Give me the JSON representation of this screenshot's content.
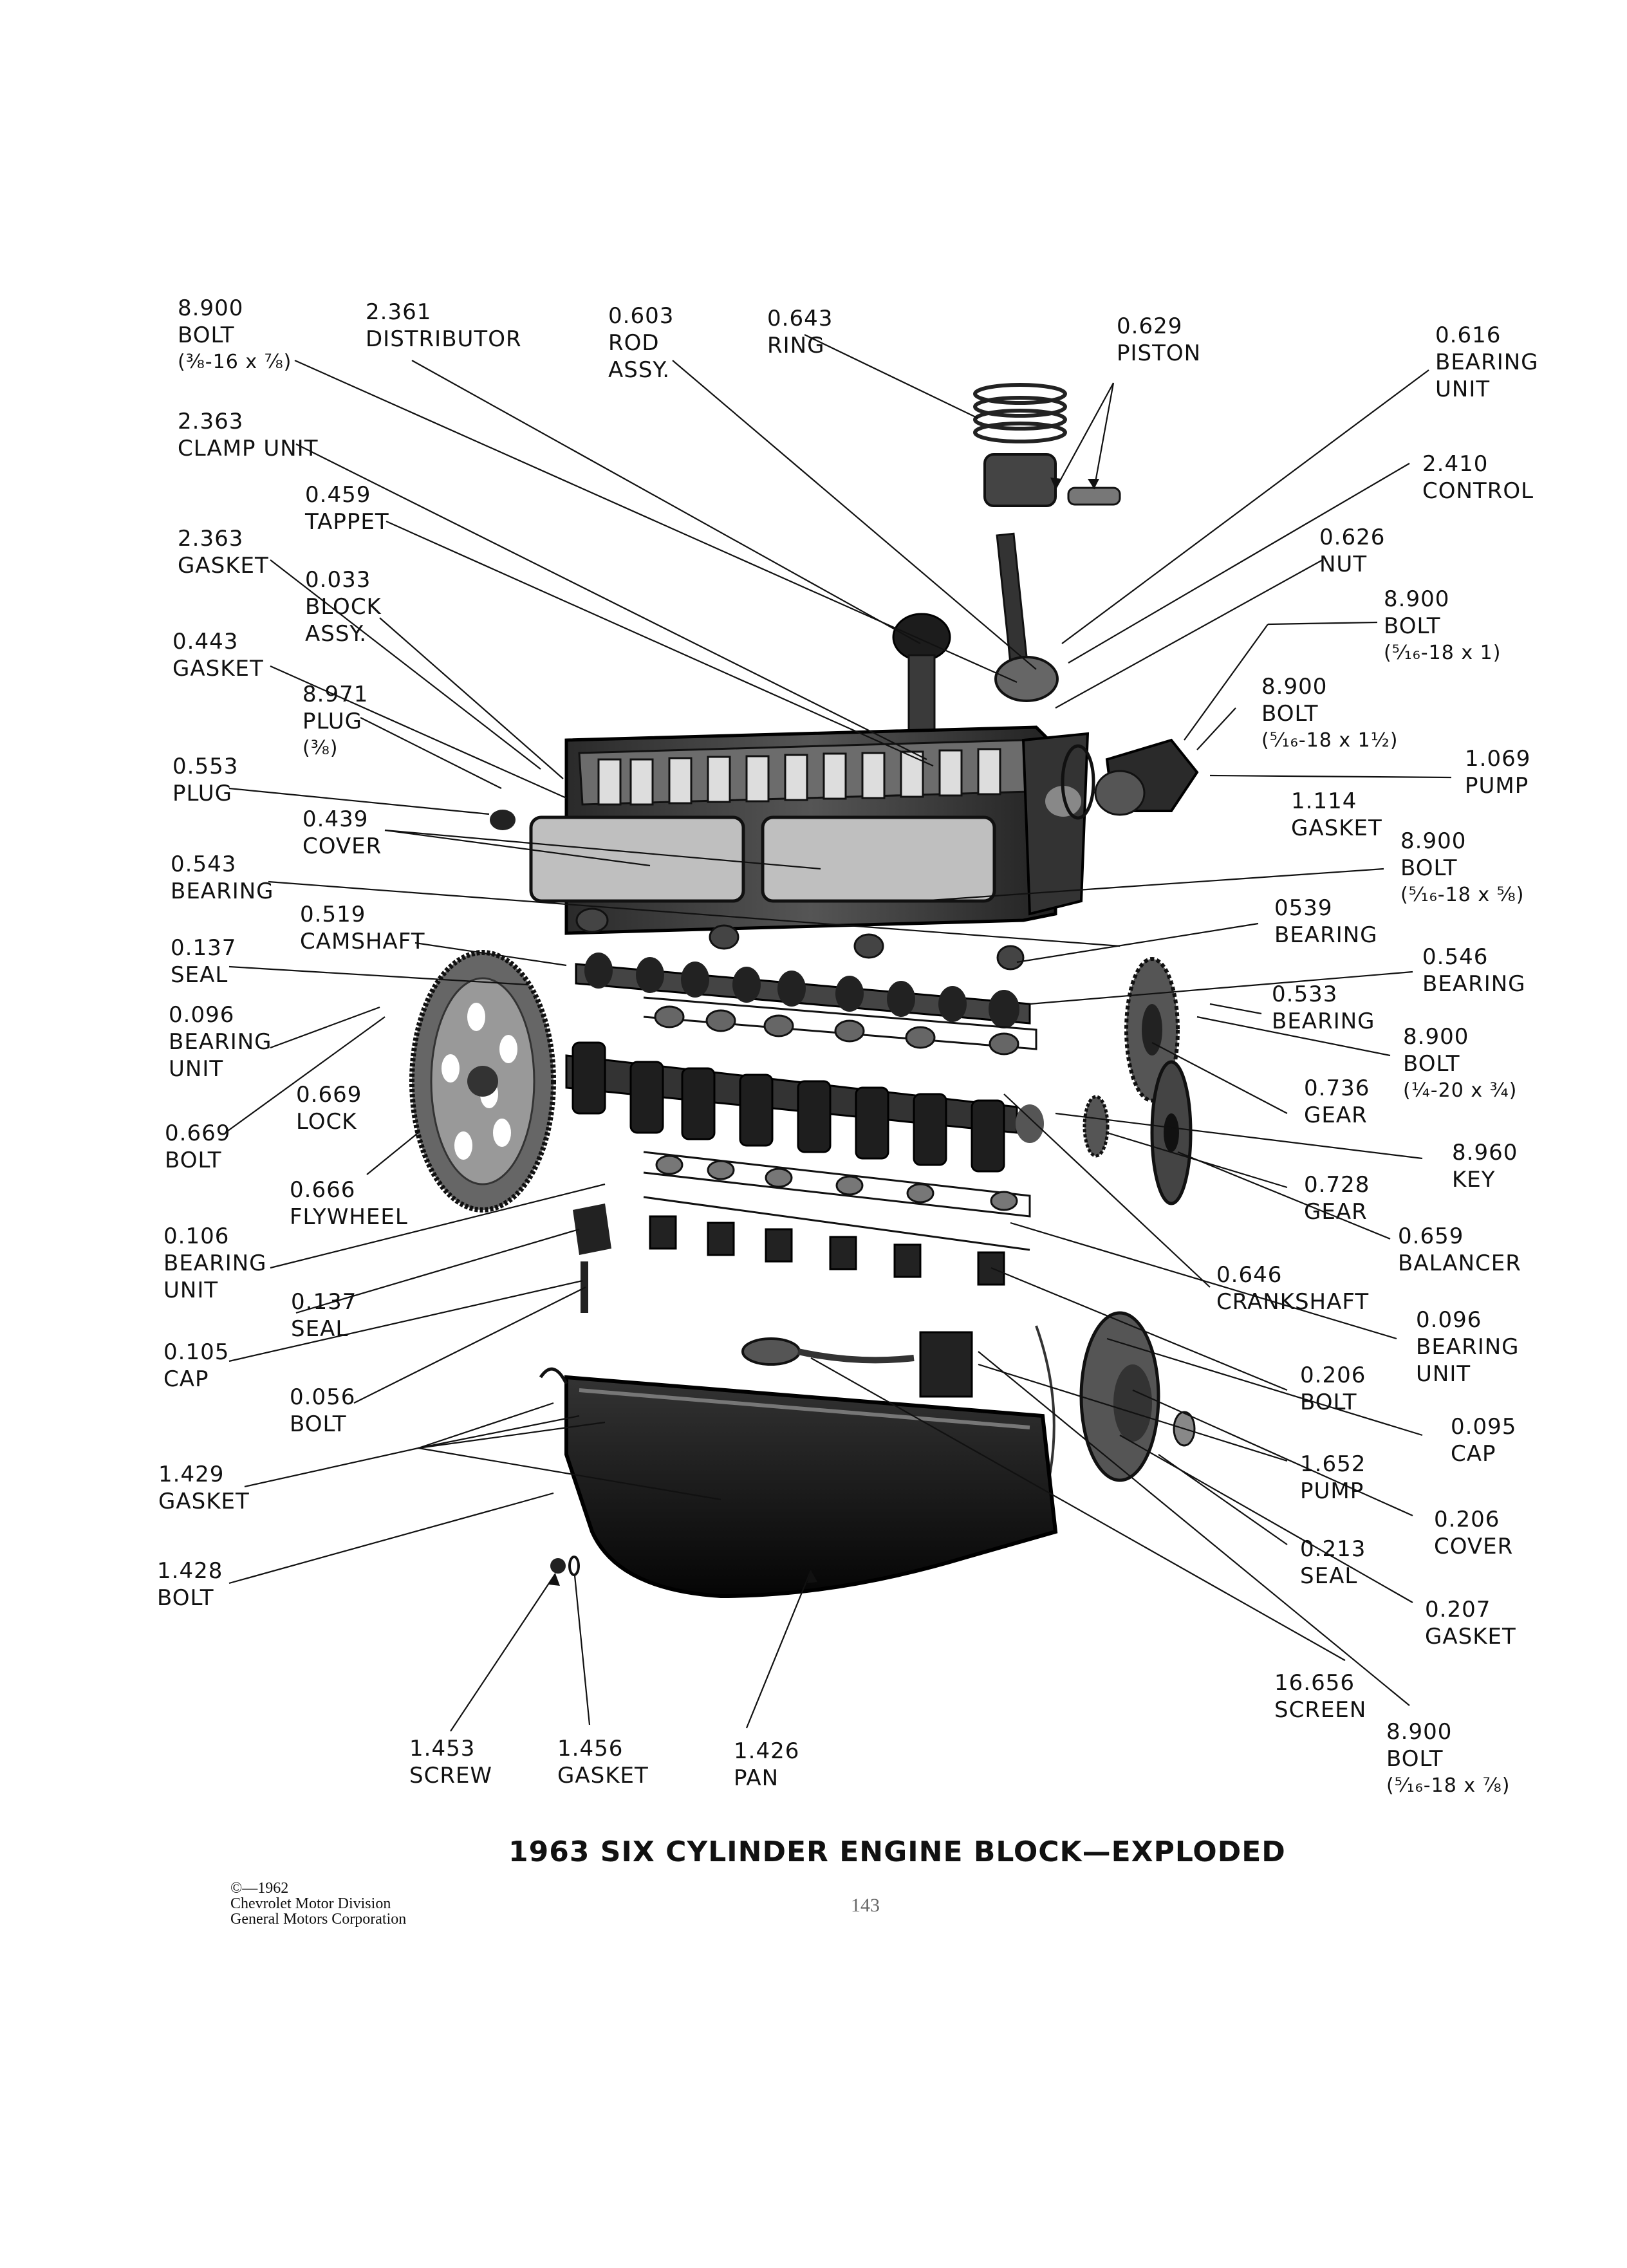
{
  "title": "1963 SIX CYLINDER ENGINE BLOCK—EXPLODED",
  "copyright": [
    "©—1962",
    "Chevrolet Motor Division",
    "General Motors Corporation"
  ],
  "page_number": "143",
  "labels": {
    "bolt_8900_a": [
      "8.900",
      "BOLT",
      "(⅜-16 x ⅞)"
    ],
    "distributor": [
      "2.361",
      "DISTRIBUTOR"
    ],
    "rod_assy": [
      "0.603",
      "ROD",
      "ASSY."
    ],
    "ring": [
      "0.643",
      "RING"
    ],
    "piston": [
      "0.629",
      "PISTON"
    ],
    "bearing_unit_616": [
      "0.616",
      "BEARING",
      "UNIT"
    ],
    "clamp_unit": [
      "2.363",
      "CLAMP UNIT"
    ],
    "control": [
      "2.410",
      "CONTROL"
    ],
    "tappet": [
      "0.459",
      "TAPPET"
    ],
    "nut": [
      "0.626",
      "NUT"
    ],
    "gasket_2363": [
      "2.363",
      "GASKET"
    ],
    "block_assy": [
      "0.033",
      "BLOCK",
      "ASSY."
    ],
    "bolt_8900_b": [
      "8.900",
      "BOLT",
      "(⁵⁄₁₆-18 x 1)"
    ],
    "gasket_0443": [
      "0.443",
      "GASKET"
    ],
    "plug_8971": [
      "8.971",
      "PLUG",
      "(⅜)"
    ],
    "bolt_8900_c": [
      "8.900",
      "BOLT",
      "(⁵⁄₁₆-18 x 1½)"
    ],
    "plug_0553": [
      "0.553",
      "PLUG"
    ],
    "pump_1069": [
      "1.069",
      "PUMP"
    ],
    "gasket_1114": [
      "1.114",
      "GASKET"
    ],
    "cover_0439": [
      "0.439",
      "COVER"
    ],
    "bolt_8900_d": [
      "8.900",
      "BOLT",
      "(⁵⁄₁₆-18 x ⅝)"
    ],
    "bearing_0543": [
      "0.543",
      "BEARING"
    ],
    "camshaft": [
      "0.519",
      "CAMSHAFT"
    ],
    "bearing_0539": [
      "0539",
      "BEARING"
    ],
    "seal_0137_a": [
      "0.137",
      "SEAL"
    ],
    "bearing_0546": [
      "0.546",
      "BEARING"
    ],
    "bearing_0533": [
      "0.533",
      "BEARING"
    ],
    "bearing_unit_0096_a": [
      "0.096",
      "BEARING",
      "UNIT"
    ],
    "bolt_8900_e": [
      "8.900",
      "BOLT",
      "(¼-20 x ¾)"
    ],
    "lock": [
      "0.669",
      "LOCK"
    ],
    "gear_0736": [
      "0.736",
      "GEAR"
    ],
    "bolt_0669": [
      "0.669",
      "BOLT"
    ],
    "key": [
      "8.960",
      "KEY"
    ],
    "flywheel": [
      "0.666",
      "FLYWHEEL"
    ],
    "gear_0728": [
      "0.728",
      "GEAR"
    ],
    "bearing_unit_0106": [
      "0.106",
      "BEARING",
      "UNIT"
    ],
    "balancer": [
      "0.659",
      "BALANCER"
    ],
    "crankshaft": [
      "0.646",
      "CRANKSHAFT"
    ],
    "seal_0137_b": [
      "0.137",
      "SEAL"
    ],
    "bearing_unit_0096_b": [
      "0.096",
      "BEARING",
      "UNIT"
    ],
    "cap_0105": [
      "0.105",
      "CAP"
    ],
    "bolt_0206": [
      "0.206",
      "BOLT"
    ],
    "bolt_0056": [
      "0.056",
      "BOLT"
    ],
    "cap_0095": [
      "0.095",
      "CAP"
    ],
    "gasket_1429": [
      "1.429",
      "GASKET"
    ],
    "pump_1652": [
      "1.652",
      "PUMP"
    ],
    "cover_0206": [
      "0.206",
      "COVER"
    ],
    "bolt_1428": [
      "1.428",
      "BOLT"
    ],
    "seal_0213": [
      "0.213",
      "SEAL"
    ],
    "gasket_0207": [
      "0.207",
      "GASKET"
    ],
    "screen": [
      "16.656",
      "SCREEN"
    ],
    "bolt_8900_f": [
      "8.900",
      "BOLT",
      "(⁵⁄₁₆-18 x ⅞)"
    ],
    "screw_1453": [
      "1.453",
      "SCREW"
    ],
    "gasket_1456": [
      "1.456",
      "GASKET"
    ],
    "pan_1426": [
      "1.426",
      "PAN"
    ]
  }
}
